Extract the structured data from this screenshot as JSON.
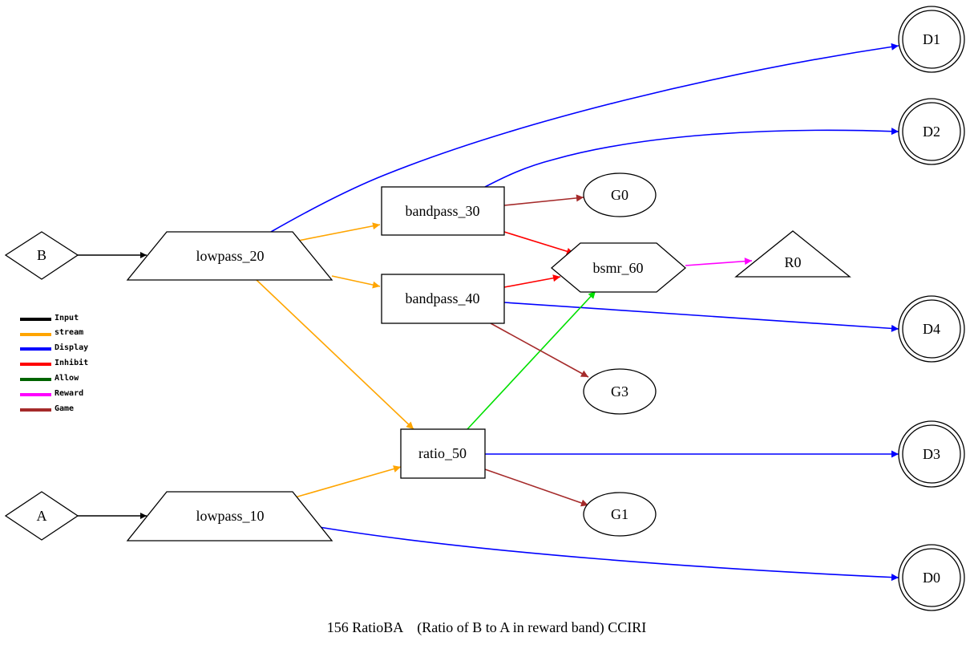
{
  "caption": "156 RatioBA    (Ratio of B to A in reward band) CCIRI",
  "nodes": {
    "B": "B",
    "A": "A",
    "lowpass_20": "lowpass_20",
    "lowpass_10": "lowpass_10",
    "bandpass_30": "bandpass_30",
    "bandpass_40": "bandpass_40",
    "ratio_50": "ratio_50",
    "bsmr_60": "bsmr_60",
    "G0": "G0",
    "G3": "G3",
    "G1": "G1",
    "R0": "R0",
    "D1": "D1",
    "D2": "D2",
    "D4": "D4",
    "D3": "D3",
    "D0": "D0"
  },
  "legend": [
    {
      "label": "Input",
      "color": "#000000"
    },
    {
      "label": "stream",
      "color": "#ffa500"
    },
    {
      "label": "Display",
      "color": "#0000ff"
    },
    {
      "label": "Inhibit",
      "color": "#ff0000"
    },
    {
      "label": "Allow",
      "color": "#006400"
    },
    {
      "label": "Reward",
      "color": "#ff00ff"
    },
    {
      "label": "Game",
      "color": "#a52a2a"
    }
  ],
  "edge_colors": {
    "input": "#000000",
    "stream": "#ffa500",
    "display": "#0000ff",
    "inhibit": "#ff0000",
    "allow": "#00e000",
    "reward": "#ff00ff",
    "game": "#a52a2a"
  }
}
